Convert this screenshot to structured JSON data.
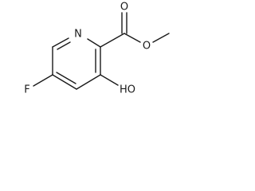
{
  "diagram": {
    "type": "chemical-structure",
    "atoms": {
      "nitrogen": "N",
      "fluorine": "F",
      "carbonyl_oxygen": "O",
      "ester_oxygen": "O",
      "hydroxyl": "HO"
    }
  }
}
